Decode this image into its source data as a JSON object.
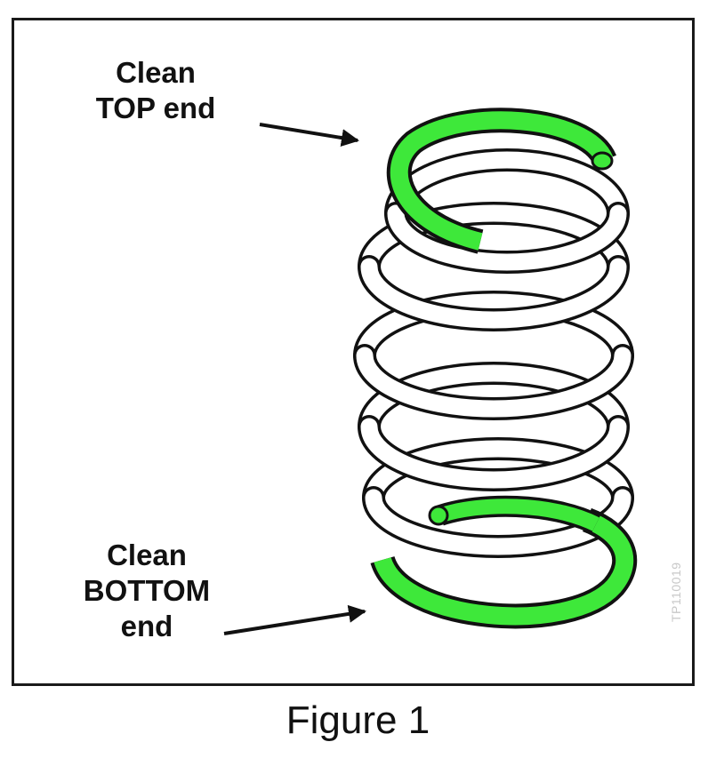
{
  "labels": {
    "top": [
      "Clean",
      "TOP end"
    ],
    "bottom": [
      "Clean",
      "BOTTOM",
      "end"
    ]
  },
  "image_code": "TP110019",
  "caption": "Figure 1",
  "colors": {
    "highlight": "#3ee83a",
    "coil": "#ffffff",
    "outline": "#111111"
  }
}
